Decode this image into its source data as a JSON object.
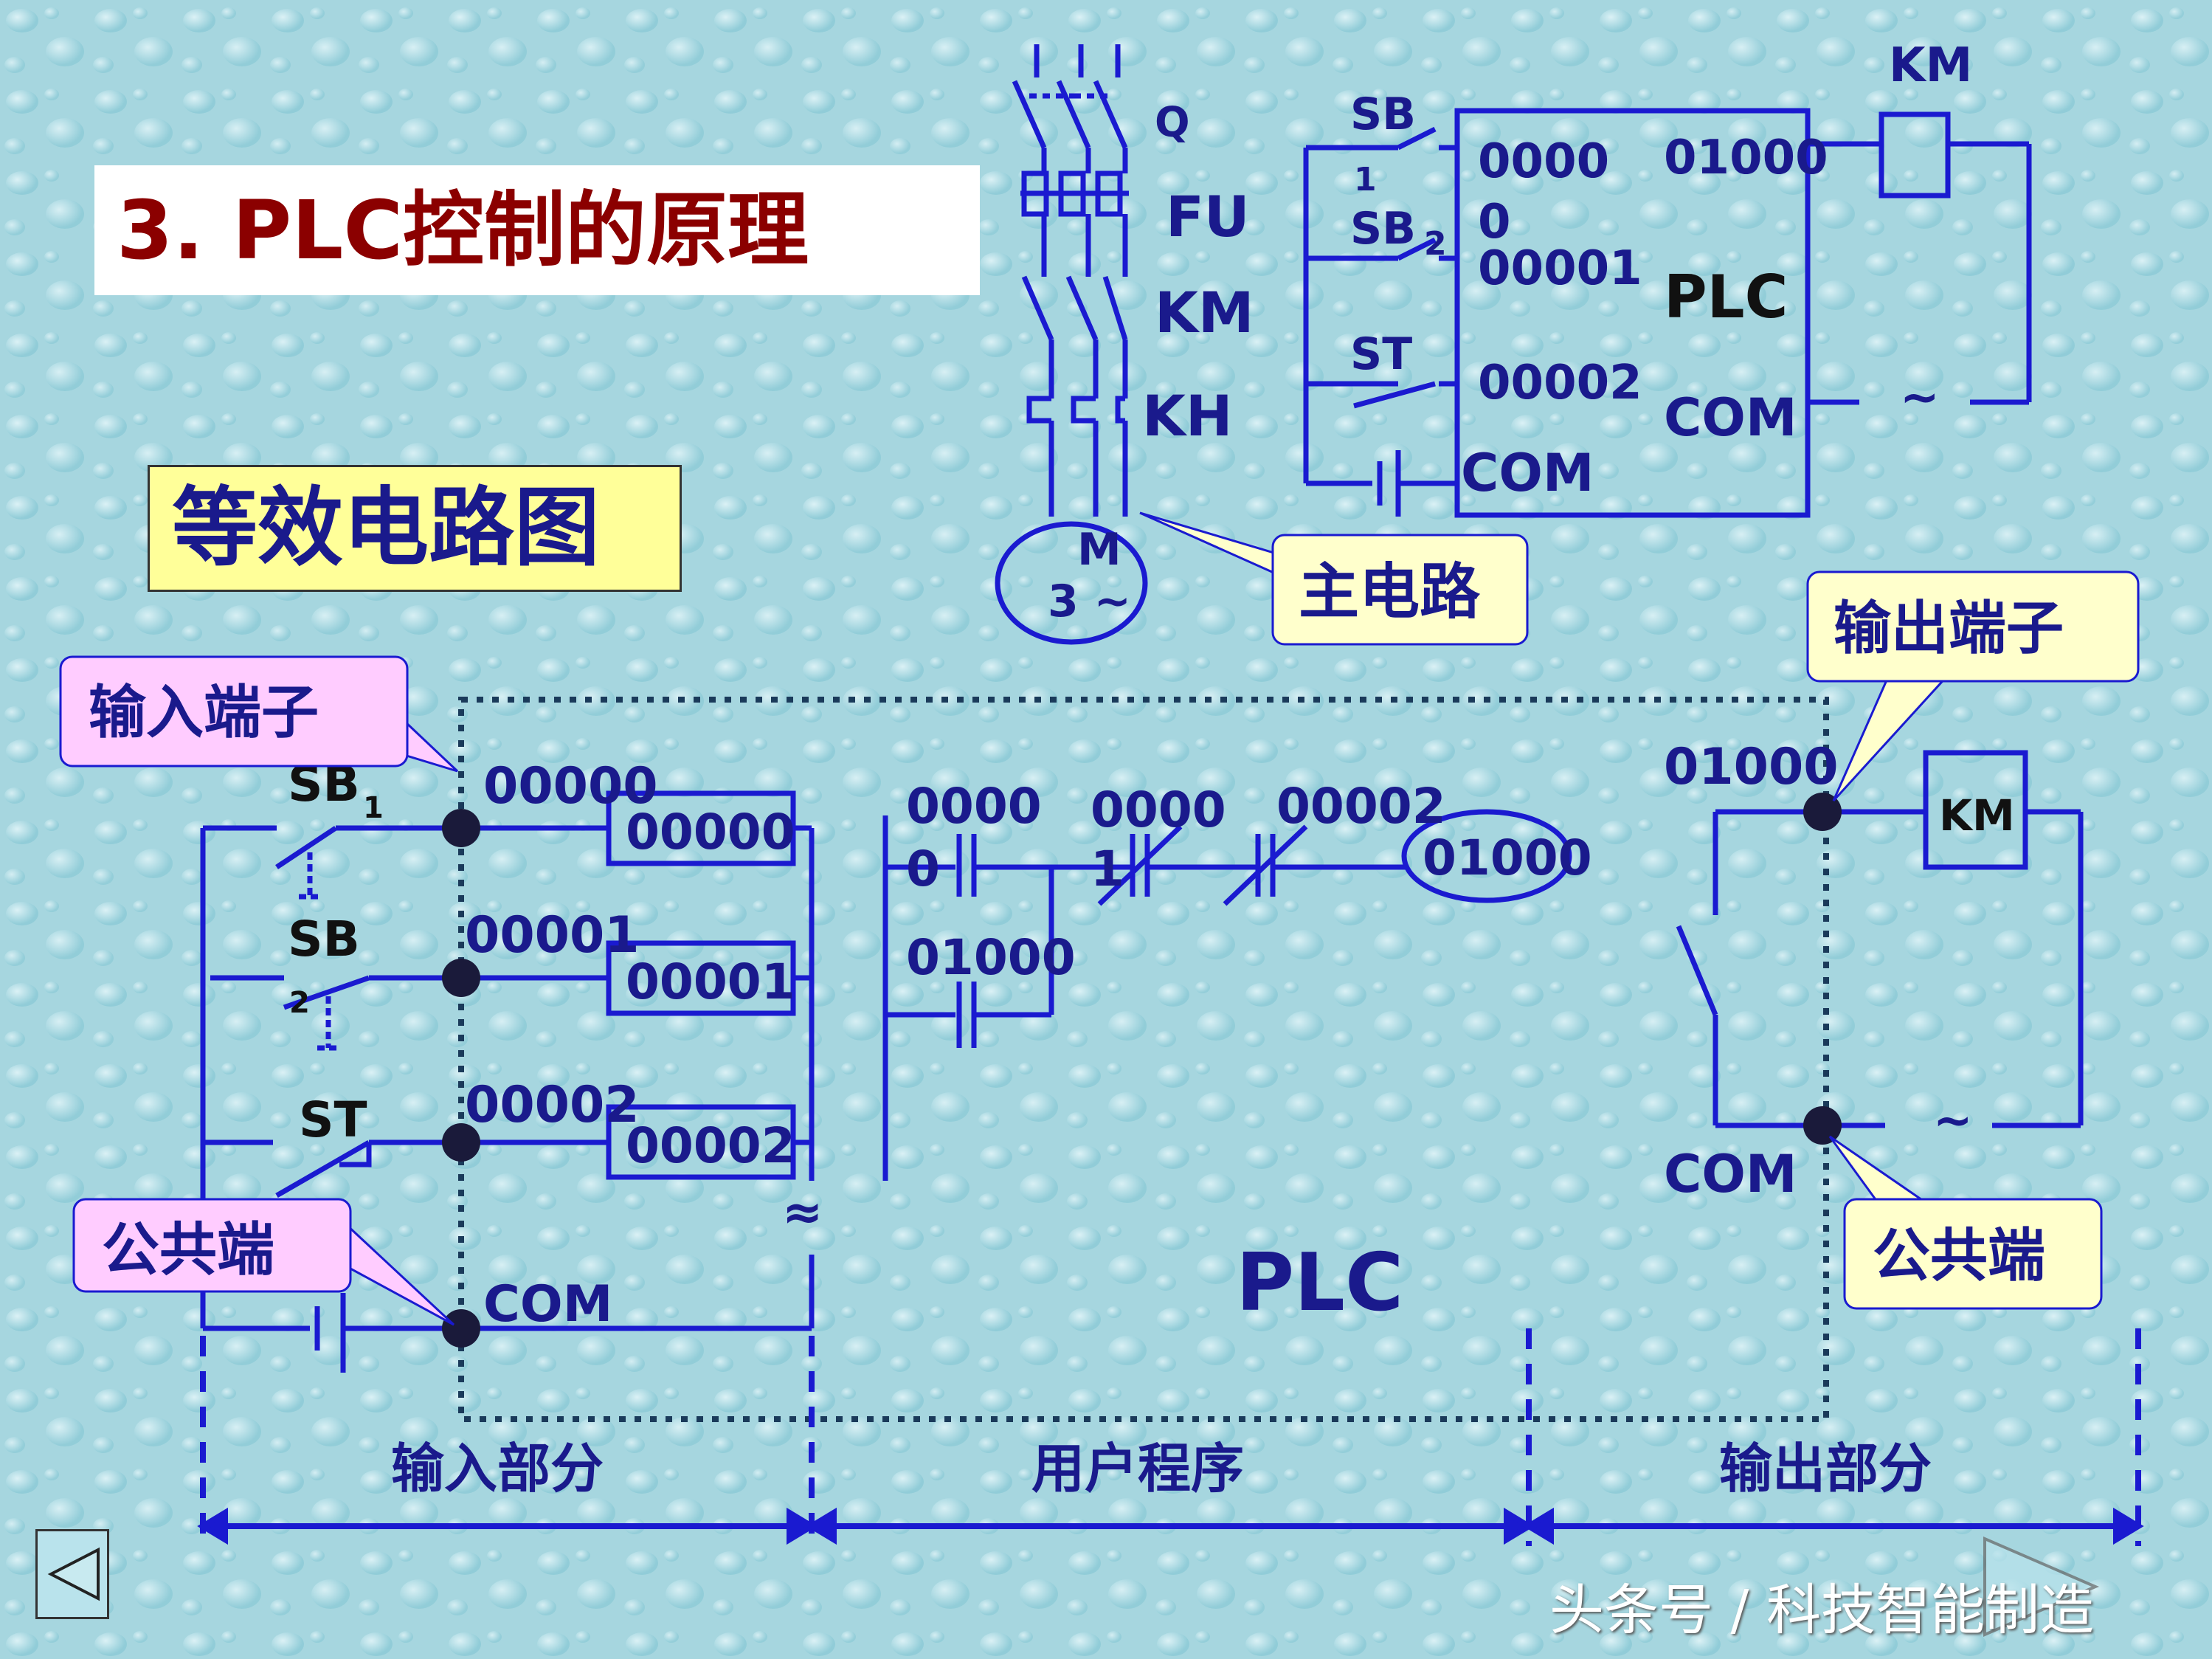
{
  "title": "3. PLC控制的原理",
  "equiv_title": "等效电路图",
  "main_circuit": {
    "labels": {
      "q": "Q",
      "fu": "FU",
      "km": "KM",
      "kh": "KH",
      "m": "M",
      "motor_phase": "3 ~"
    },
    "callout": "主电路"
  },
  "plc_box": {
    "inputs": [
      "SB",
      "1",
      "SB",
      "2",
      "ST",
      "0000",
      "0",
      "00001",
      "00002",
      "COM"
    ],
    "output": "01000",
    "name": "PLC",
    "com": "COM",
    "coil": "KM",
    "ac": "~"
  },
  "callouts": {
    "input_terminal": "输入端子",
    "output_terminal": "输出端子",
    "common_left": "公共端",
    "common_right": "公共端"
  },
  "input_section": {
    "switches": [
      "SB",
      "1",
      "SB",
      "2",
      "ST"
    ],
    "terminals": [
      "00000",
      "00001",
      "00002",
      "COM"
    ],
    "coils": [
      "00000",
      "00001",
      "00002"
    ],
    "approx": "≈"
  },
  "program": {
    "contacts": [
      "0000",
      "0",
      "0000",
      "1",
      "00002",
      "01000"
    ],
    "coil": "01000"
  },
  "output_section": {
    "terminal": "01000",
    "coil": "KM",
    "com": "COM",
    "ac": "~"
  },
  "plc_label": "PLC",
  "sections": [
    "输入部分",
    "用户程序",
    "输出部分"
  ],
  "watermark": "头条号 / 科技智能制造",
  "colors": {
    "wire": "#1a1ad0",
    "title_text": "#8b0000",
    "callout_bg": "#ffccff",
    "callout2_bg": "#ffffcc"
  }
}
